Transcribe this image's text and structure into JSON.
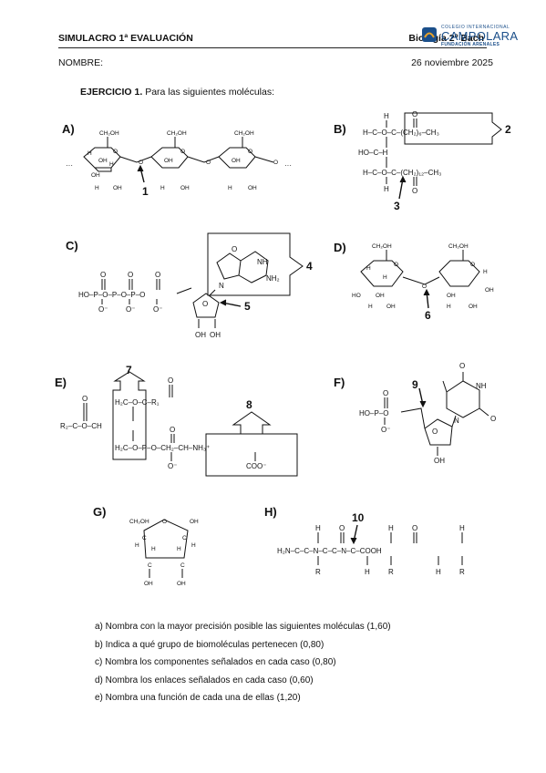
{
  "header": {
    "title": "SIMULACRO 1ª EVALUACIÓN",
    "subject": "Biología 2º Bach",
    "logo_line1": "COLEGIO INTERNACIONAL",
    "logo_line2": "CAMPOLARA",
    "logo_line3": "FUNDACIÓN ARENALES"
  },
  "student": {
    "name_label": "NOMBRE:",
    "date": "26 noviembre 2025"
  },
  "exercise": {
    "title": "EJERCICIO 1.",
    "prompt": "Para las siguientes moléculas:"
  },
  "molecules": {
    "labels": [
      "A)",
      "B)",
      "C)",
      "D)",
      "E)",
      "F)",
      "G)",
      "H)"
    ],
    "markers": [
      "1",
      "2",
      "3",
      "4",
      "5",
      "6",
      "7",
      "8",
      "9",
      "10"
    ]
  },
  "questions": [
    "a)   Nombra con la mayor precisión posible las siguientes moléculas (1,60)",
    "b)   Indica a qué grupo de biomoléculas pertenecen (0,80)",
    "c)   Nombra los componentes señalados en cada caso (0,80)",
    "d)   Nombra los enlaces señalados en cada caso (0,60)",
    "e)   Nombra una función de cada una de ellas (1,20)"
  ],
  "colors": {
    "text": "#111111",
    "logo_blue": "#1b4f8a",
    "logo_accent": "#e8a22a"
  }
}
